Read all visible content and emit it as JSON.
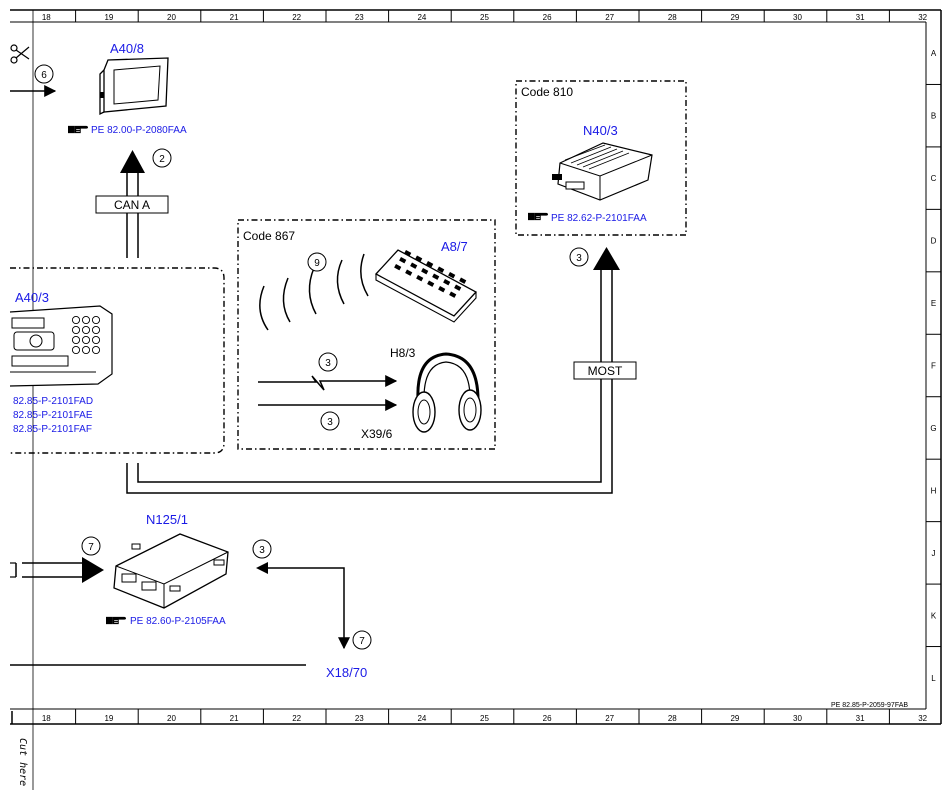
{
  "frame": {
    "columns": [
      "18",
      "19",
      "20",
      "21",
      "22",
      "23",
      "24",
      "25",
      "26",
      "27",
      "28",
      "29",
      "30",
      "31",
      "32"
    ],
    "rows": [
      "A",
      "B",
      "C",
      "D",
      "E",
      "F",
      "G",
      "H",
      "J",
      "K",
      "L"
    ],
    "doc_ref": "PE 82.85-P-2059-97FAB",
    "cut_label": "Cut here"
  },
  "components": {
    "a40_8": {
      "label": "A40/8",
      "ref": "PE 82.00-P-2080FAA"
    },
    "n40_3": {
      "label": "N40/3",
      "ref": "PE 82.62-P-2101FAA",
      "code": "Code 810"
    },
    "a40_3": {
      "label": "A40/3",
      "refs": [
        "82.85-P-2101FAD",
        "82.85-P-2101FAE",
        "82.85-P-2101FAF"
      ]
    },
    "remote": {
      "label": "A8/7",
      "code": "Code 867"
    },
    "headphones": {
      "label": "H8/3",
      "connector": "X39/6"
    },
    "n125_1": {
      "label": "N125/1",
      "ref": "PE 82.60-P-2105FAA"
    },
    "x18_70": {
      "label": "X18/70"
    }
  },
  "buses": {
    "can_a": "CAN A",
    "most": "MOST"
  },
  "markers": {
    "m6": "6",
    "m2": "2",
    "m3_most": "3",
    "m9": "9",
    "m3_ir": "3",
    "m3_wired": "3",
    "m7_in": "7",
    "m3_n125": "3",
    "m7_out": "7"
  },
  "icons": [
    "scissors-icon",
    "pointing-hand-icon",
    "display-device-icon",
    "control-unit-icon",
    "radio-head-unit-icon",
    "remote-control-icon",
    "headphones-icon",
    "module-box-icon"
  ]
}
